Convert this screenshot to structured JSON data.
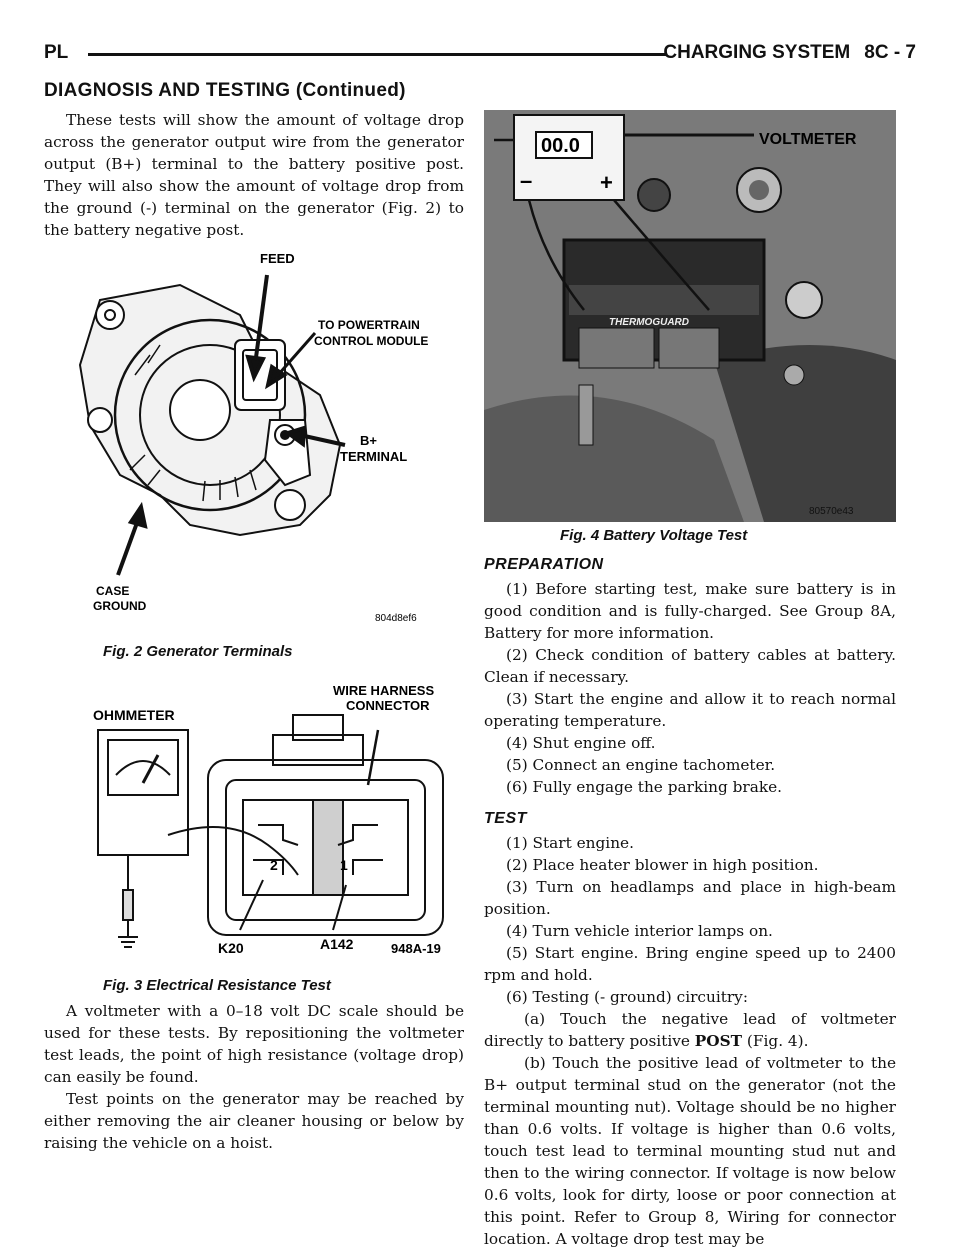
{
  "header": {
    "left": "PL",
    "section_name": "CHARGING SYSTEM",
    "page": "8C - 7"
  },
  "section_title": "DIAGNOSIS AND TESTING (Continued)",
  "left_col": {
    "intro": "These tests will show the amount of voltage drop across the generator output wire from the generator output (B+) terminal to the battery positive post. They will also show the amount of voltage drop from the ground (-) terminal on the generator (Fig. 2) to the battery negative post.",
    "para1": "A voltmeter with a 0–18 volt DC scale should be used for these tests. By repositioning the voltmeter test leads, the point of high resistance (voltage drop) can easily be found.",
    "para2": "Test points on the generator may be reached by either removing the air cleaner housing or below by raising the vehicle on a hoist."
  },
  "fig2": {
    "caption": "Fig. 2 Generator Terminals",
    "labels": {
      "feed": "FEED",
      "pcm_line1": "TO POWERTRAIN",
      "pcm_line2": "CONTROL MODULE",
      "bplus_line1": "B+",
      "bplus_line2": "TERMINAL",
      "case_line1": "CASE",
      "case_line2": "GROUND"
    },
    "code": "804d8ef6"
  },
  "fig3": {
    "caption": "Fig. 3 Electrical Resistance Test",
    "labels": {
      "ohmmeter": "OHMMETER",
      "harness_line1": "WIRE HARNESS",
      "harness_line2": "CONNECTOR",
      "k20": "K20",
      "a142": "A142",
      "pin2": "2",
      "pin1": "1"
    },
    "code": "948A-19"
  },
  "fig4": {
    "caption": "Fig. 4 Battery Voltage Test",
    "labels": {
      "voltmeter": "VOLTMETER",
      "display": "00.0",
      "minus": "–",
      "plus": "+",
      "thermoguard": "THERMOGUARD"
    },
    "code": "80570e43"
  },
  "right_col": {
    "prep_heading": "PREPARATION",
    "prep_steps": [
      "(1) Before starting test, make sure battery is in good condition and is fully-charged. See Group 8A, Battery for more information.",
      "(2) Check condition of battery cables at battery. Clean if necessary.",
      "(3) Start the engine and allow it to reach normal operating temperature.",
      "(4) Shut engine off.",
      "(5) Connect an engine tachometer.",
      "(6) Fully engage the parking brake."
    ],
    "test_heading": "TEST",
    "test_steps": [
      "(1) Start engine.",
      "(2) Place heater blower in high position.",
      "(3) Turn on headlamps and place in high-beam position.",
      "(4) Turn vehicle interior lamps on.",
      "(5) Start engine. Bring engine speed up to 2400 rpm and hold.",
      "(6) Testing (- ground) circuitry:"
    ],
    "sub_a_pre": "(a) Touch the negative lead of voltmeter directly to battery positive ",
    "sub_a_bold": "POST",
    "sub_a_post": " (Fig. 4).",
    "sub_b": "(b) Touch the positive lead of voltmeter to the B+ output terminal stud on the generator (not the terminal mounting nut). Voltage should be no higher than 0.6 volts. If voltage is higher than 0.6 volts, touch test lead to terminal mounting stud nut and then to the wiring connector. If voltage is now below 0.6 volts, look for dirty, loose or poor connection at this point. Refer to Group 8, Wiring for connector location. A voltage drop test may be"
  }
}
